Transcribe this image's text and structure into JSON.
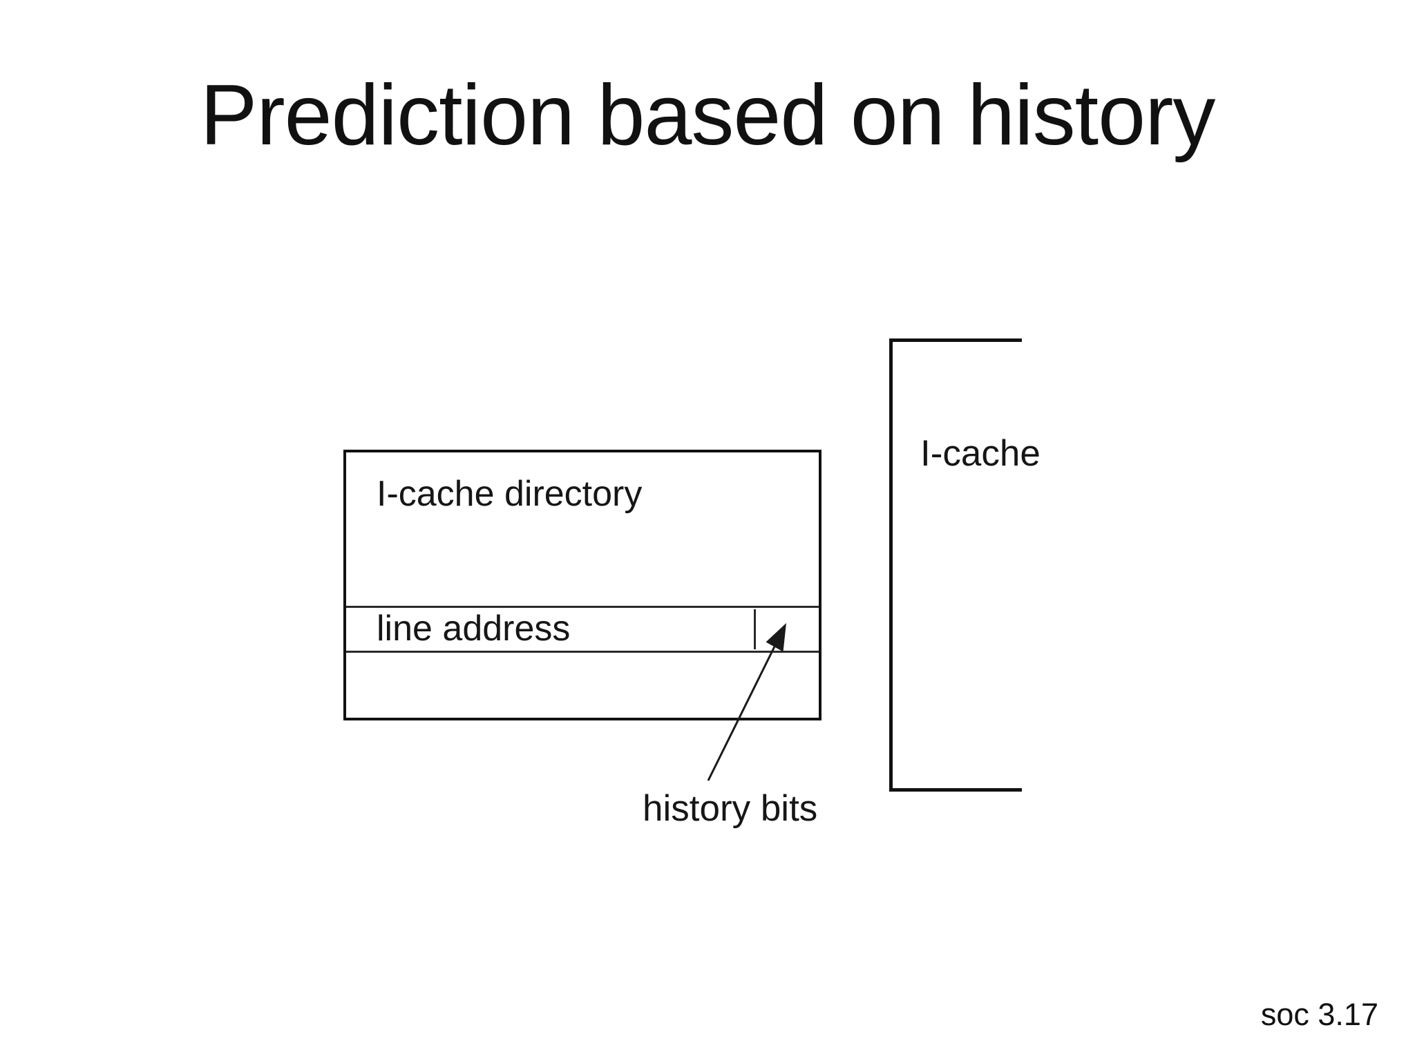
{
  "slide": {
    "title": "Prediction based on history",
    "footer": "soc 3.17"
  },
  "diagram": {
    "directory_box": {
      "label": "I-cache directory"
    },
    "line_address_row": {
      "label": "line address"
    },
    "history_bits": {
      "label": "history bits"
    },
    "icache_bracket": {
      "label": "I-cache"
    }
  },
  "colors": {
    "background": "#ffffff",
    "ink": "#111111"
  }
}
